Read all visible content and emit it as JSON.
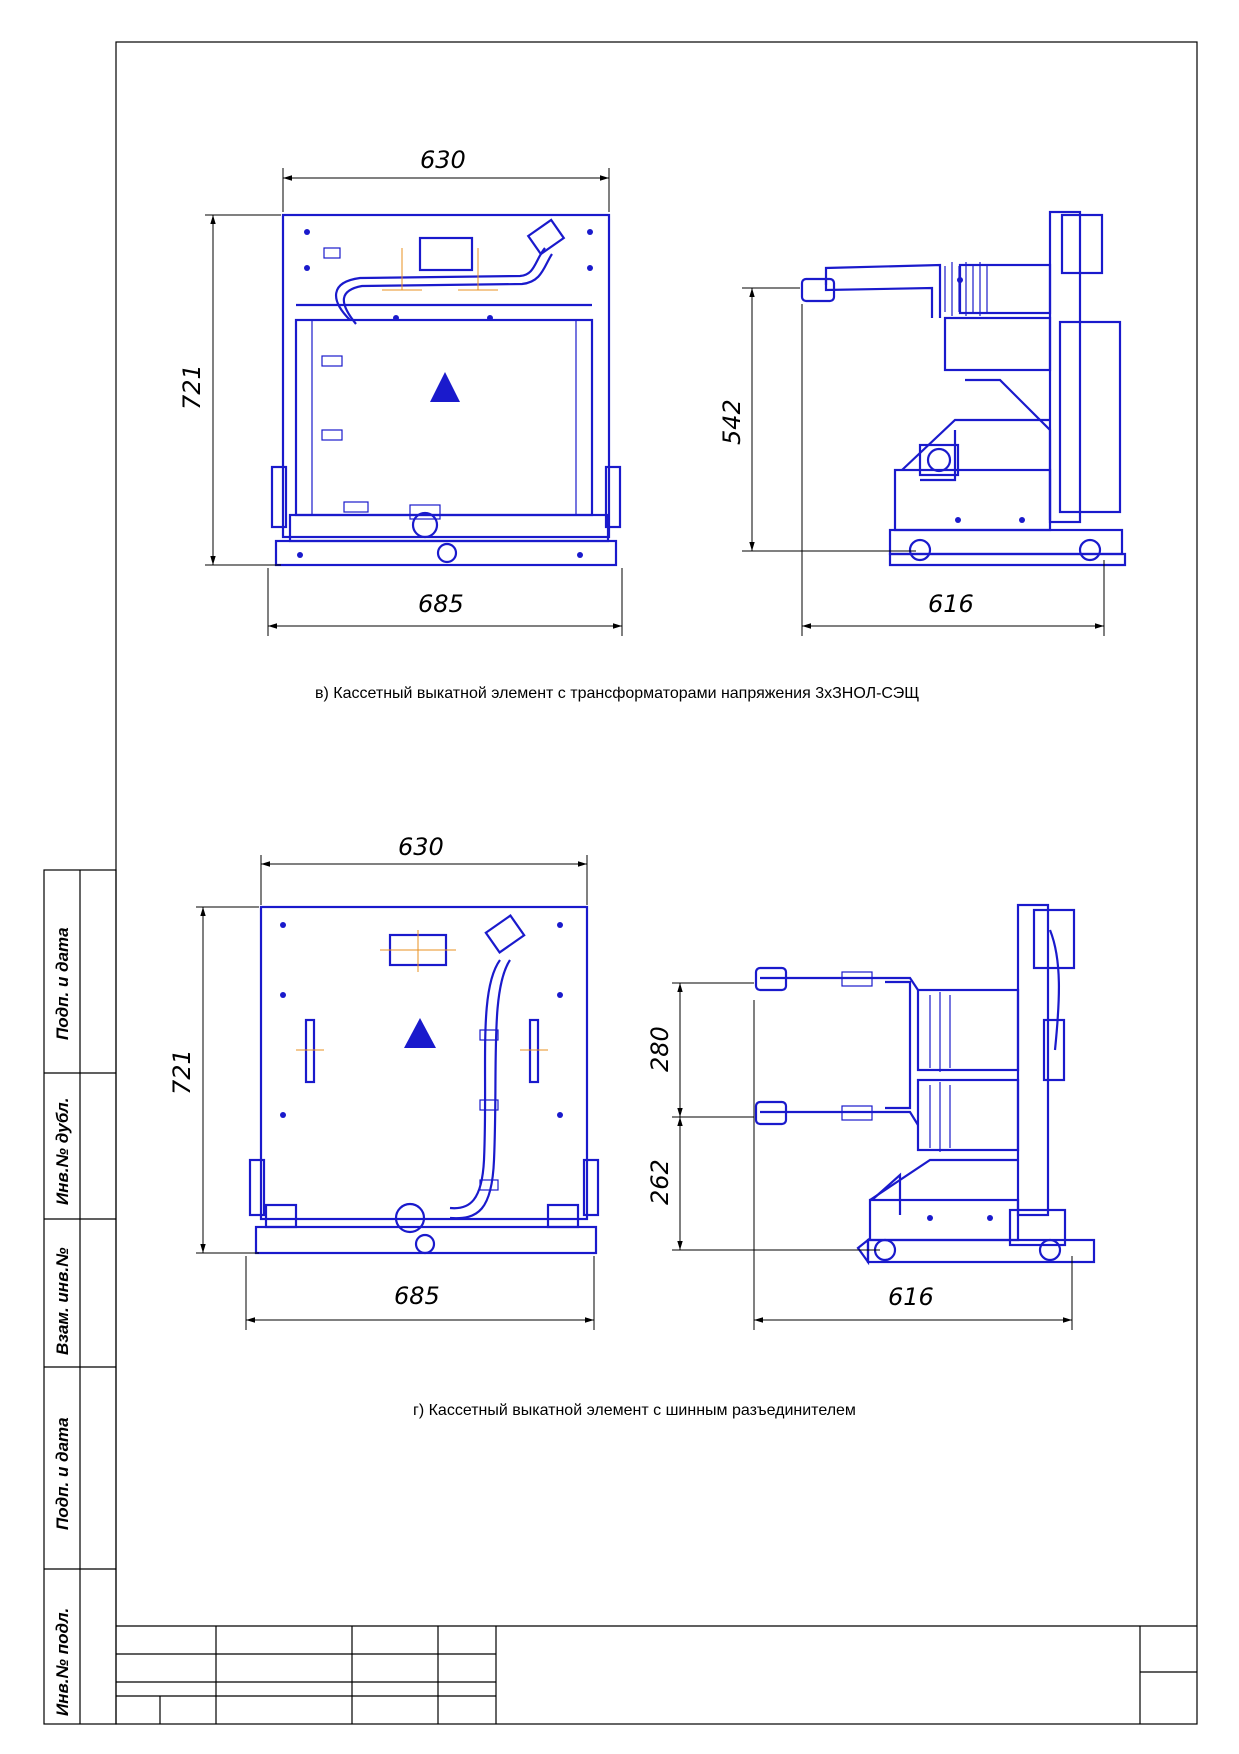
{
  "figure_v": {
    "caption": "в) Кассетный выкатной элемент с трансформаторами напряжения 3хЗНОЛ-СЭЩ",
    "front_width_top": "630",
    "front_height": "721",
    "front_width_bottom": "685",
    "side_height": "542",
    "side_width": "616"
  },
  "figure_g": {
    "caption": "г) Кассетный выкатной элемент с шинным разъединителем",
    "front_width_top": "630",
    "front_height": "721",
    "front_width_bottom": "685",
    "side_upper": "280",
    "side_lower": "262",
    "side_width": "616"
  },
  "side_stamp": {
    "cells": [
      "Подп. и дата",
      "Инв.№ дубл.",
      "Взам. инв.№",
      "Подп. и дата",
      "Инв.№ подл."
    ]
  },
  "colors": {
    "drawing": "#1a1acc",
    "frame": "#000000",
    "center_marks": "#e89020"
  }
}
